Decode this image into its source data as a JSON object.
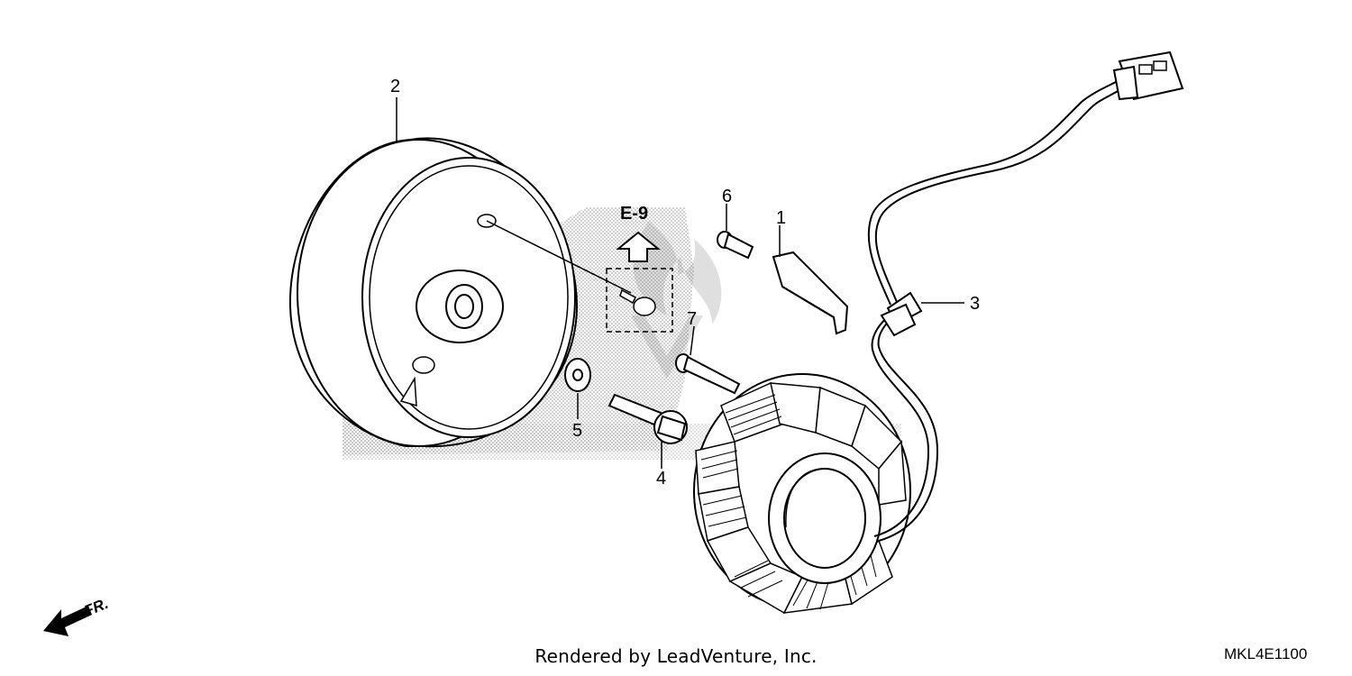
{
  "diagram": {
    "callouts": {
      "c1": "1",
      "c2": "2",
      "c3": "3",
      "c4": "4",
      "c5": "5",
      "c6": "6",
      "c7": "7"
    },
    "ref_label": "E-9",
    "front_label": "FR."
  },
  "footer": {
    "credit": "Rendered by LeadVenture, Inc.",
    "diagram_code": "MKL4E1100"
  },
  "colors": {
    "line": "#000000",
    "screen_tone": "#9a9a9a",
    "background": "#ffffff"
  }
}
